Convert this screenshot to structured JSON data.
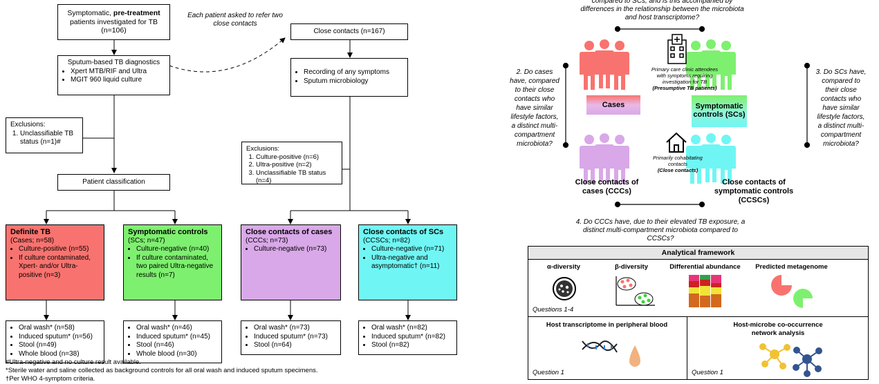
{
  "flowchart": {
    "start_box": {
      "line1": "Symptomatic, ",
      "line1_bold": "pre-treatment",
      "line2": "patients investigated for TB",
      "line3": "(n=106)"
    },
    "refer_note": "Each patient asked to refer two close contacts",
    "diag_box": {
      "title": "Sputum-based TB diagnostics",
      "items": [
        "Xpert MTB/RIF and Ultra",
        "MGIT 960 liquid culture"
      ]
    },
    "excl1": {
      "title": "Exclusions:",
      "items": [
        "Unclassifiable TB status (n=1)#"
      ]
    },
    "classification": "Patient classification",
    "contacts_box": "Close contacts (n=167)",
    "contacts_tests": [
      "Recording of any symptoms",
      "Sputum microbiology"
    ],
    "excl2": {
      "title": "Exclusions:",
      "items": [
        "Culture-positive (n=6)",
        "Ultra-positive (n=2)",
        "Unclassifiable TB status (n=4)"
      ]
    },
    "groups": [
      {
        "title": "Definite TB",
        "sub": "(Cases; n=58)",
        "items": [
          "Culture-positive (n=55)",
          "If culture contaminated, Xpert- and/or Ultra-positive (n=3)"
        ],
        "color": "#f8736f",
        "samples": [
          "Oral wash* (n=58)",
          "Induced sputum* (n=56)",
          "Stool (n=49)",
          "Whole blood (n=38)"
        ]
      },
      {
        "title": "Symptomatic controls",
        "sub": "(SCs; n=47)",
        "items": [
          "Culture-negative (n=40)",
          "If culture contaminated, two paired Ultra-negative results (n=7)"
        ],
        "color": "#7ef06f",
        "samples": [
          "Oral wash* (n=46)",
          "Induced sputum* (n=45)",
          "Stool (n=46)",
          "Whole blood (n=30)"
        ]
      },
      {
        "title": "Close contacts of cases",
        "sub": "(CCCs; n=73)",
        "items": [
          "Culture-negative (n=73)"
        ],
        "color": "#d9a8e8",
        "samples": [
          "Oral wash* (n=73)",
          "Induced sputum* (n=73)",
          "Stool (n=64)"
        ]
      },
      {
        "title": "Close contacts of SCs",
        "sub": "(CCSCs; n=82)",
        "items": [
          "Culture-negative (n=71)",
          "Ultra-negative and asymptomatic† (n=11)"
        ],
        "color": "#6ff6f4",
        "samples": [
          "Oral wash* (n=82)",
          "Induced sputum* (n=82)",
          "Stool (n=82)"
        ]
      }
    ],
    "footnotes": [
      "#Ultra-negative and no culture result available.",
      "*Sterile water and saline collected as background controls for all oral wash and induced sputum specimens.",
      "†Per WHO 4-symptom criteria."
    ]
  },
  "design": {
    "q1": "compared to SCs, and is this accompanied by differences in the relationship between the microbiota and host transcriptome?",
    "q2": "2. Do cases have, compared to their close contacts who have similar lifestyle factors, a distinct multi-compartment microbiota?",
    "q3": "3. Do SCs have, compared to their close contacts who have similar lifestyle factors, a distinct multi-compartment microbiota?",
    "q4": "4. Do CCCs have, due to their elevated TB exposure, a distinct multi-compartment microbiota compared to CCSCs?",
    "clinic_note": "Primary care clinic attendees with symptoms requiring investigation for TB",
    "clinic_note_bold": "(Presumptive TB patients)",
    "home_note": "Primarily cohabitating contacts",
    "home_note_bold": "(Close contacts)",
    "cases_label": "Cases",
    "scs_label": "Symptomatic controls (SCs)",
    "ccc_label": "Close contacts of cases (CCCs)",
    "ccsc_label": "Close contacts of symptomatic controls (CCSCs)",
    "colors": {
      "cases": "#f8736f",
      "scs": "#7ef06f",
      "ccc": "#d9a8e8",
      "ccsc": "#6ff6f4"
    }
  },
  "framework": {
    "title": "Analytical framework",
    "cells": [
      "α-diversity",
      "β-diversity",
      "Differential abundance",
      "Predicted metagenome"
    ],
    "q_row1": "Questions 1-4",
    "bottom_left": "Host transcriptome in peripheral blood",
    "bottom_right": "Host-microbe co-occurrence network analysis",
    "q_left": "Question 1",
    "q_right": "Question 1"
  }
}
